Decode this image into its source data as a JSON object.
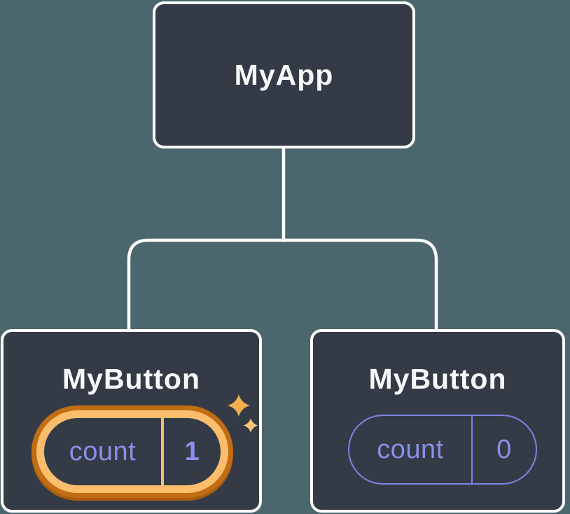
{
  "diagram": {
    "background_color": "#4c666d",
    "node_fill_color": "#343b47",
    "node_border_color": "#ffffff",
    "connector_color": "#ffffff",
    "accent_purple_text": "#8a90e8",
    "accent_purple_border": "#7d84e1",
    "highlight_orange_light": "#fcbd6d",
    "highlight_orange_dark": "#c16d13",
    "sparkle_color": "#f6ae4f",
    "root_node": {
      "label": "MyApp"
    },
    "child_nodes": [
      {
        "label": "MyButton",
        "state_name": "count",
        "state_value": "1",
        "highlighted": true,
        "icon": "sparkle-icon"
      },
      {
        "label": "MyButton",
        "state_name": "count",
        "state_value": "0",
        "highlighted": false
      }
    ]
  }
}
